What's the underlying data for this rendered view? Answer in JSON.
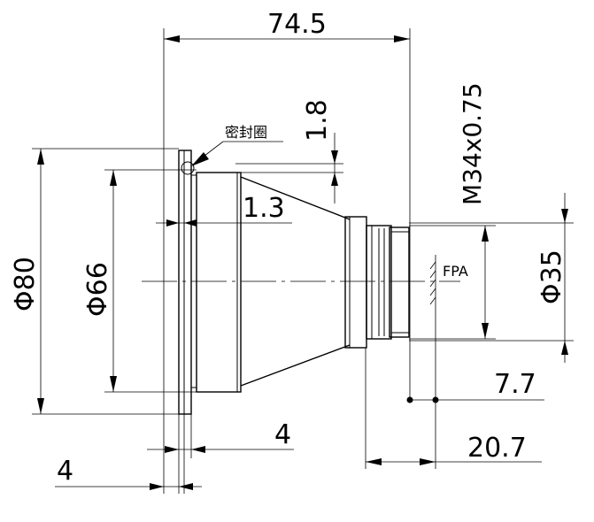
{
  "dimensions": {
    "overall_length": "74.5",
    "seal_groove": "1.8",
    "thread": "M34x0.75",
    "flange_step": "1.3",
    "diameter_outer": "Φ80",
    "diameter_inner": "Φ66",
    "diameter_thread": "Φ35",
    "dist_77": "7.7",
    "dist_207": "20.7",
    "flange_thickness_a": "4",
    "flange_thickness_b": "4"
  },
  "labels": {
    "seal_ring": "密封圈",
    "fpa": "FPA"
  }
}
